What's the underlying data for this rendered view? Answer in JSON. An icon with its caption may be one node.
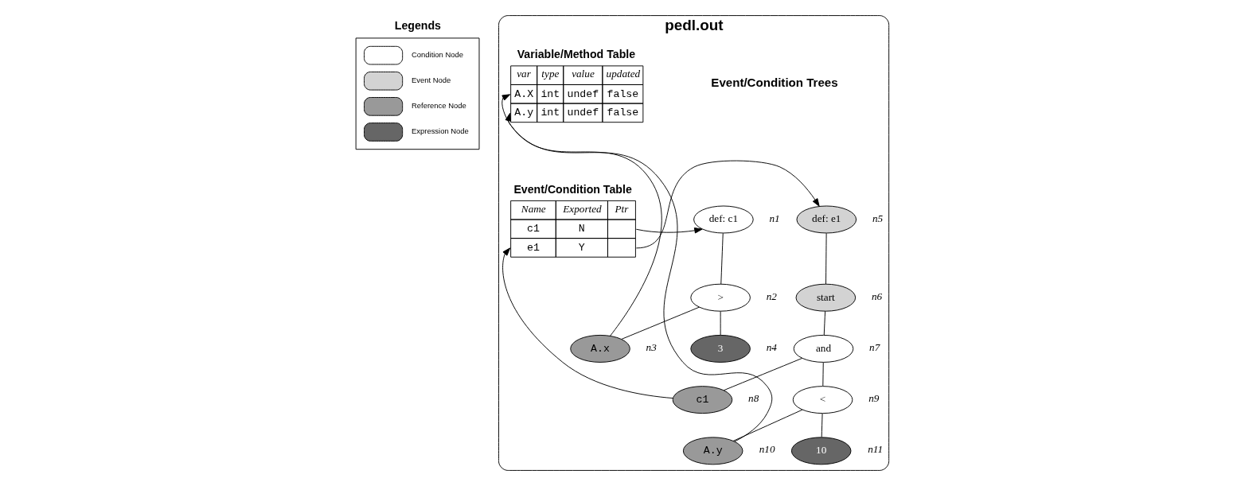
{
  "diagram": {
    "nodes": [
      {
        "text": [
          "pedl.out"
        ]
      },
      {
        "text": [
          "Variable/Method Table",
          "var",
          "type",
          "value",
          "updated",
          "A.X",
          "int",
          "undef",
          "false",
          "A.y",
          "int",
          "undef",
          "false"
        ],
        "in": 0
      },
      {
        "text": [
          "Event/Condition Table",
          "Name",
          "Exported",
          "Ptr",
          "c1",
          "N",
          "e1",
          "Y"
        ],
        "in": 0
      },
      {
        "text": [
          "def: c1"
        ],
        "beside": [
          "n1"
        ],
        "in": 0
      },
      {
        "text": [
          ">"
        ],
        "beside": [
          "n2"
        ],
        "in": 0
      },
      {
        "text": [
          "A.x"
        ],
        "beside": [
          "n3"
        ],
        "in": 0
      },
      {
        "text": [
          "3"
        ],
        "beside": [
          "n4"
        ],
        "in": 0
      },
      {
        "text": [
          "def: e1"
        ],
        "beside": [
          "n5"
        ],
        "in": 0
      },
      {
        "text": [
          "start"
        ],
        "beside": [
          "n6"
        ],
        "in": 0
      },
      {
        "text": [
          "and"
        ],
        "beside": [
          "n7"
        ],
        "in": 0
      },
      {
        "text": [
          "c1"
        ],
        "beside": [
          "n8"
        ],
        "in": 0
      },
      {
        "text": [
          "<"
        ],
        "beside": [
          "n9"
        ],
        "in": 0
      },
      {
        "text": [
          "A.y"
        ],
        "beside": [
          "n10"
        ],
        "in": 0
      },
      {
        "text": [
          "10"
        ],
        "beside": [
          "n11"
        ],
        "in": 0
      }
    ],
    "edges": [
      {
        "from": 3,
        "to": 4,
        "arrow": "none"
      },
      {
        "from": 4,
        "to": 5,
        "arrow": "none"
      },
      {
        "from": 4,
        "to": 6,
        "arrow": "none"
      },
      {
        "from": 7,
        "to": 8,
        "arrow": "none"
      },
      {
        "from": 8,
        "to": 9,
        "arrow": "none"
      },
      {
        "from": 9,
        "to": 10,
        "arrow": "none"
      },
      {
        "from": 9,
        "to": 11,
        "arrow": "none"
      },
      {
        "from": 11,
        "to": 12,
        "arrow": "none"
      },
      {
        "from": 11,
        "to": 13,
        "arrow": "none"
      },
      {
        "from": 2,
        "to": 3,
        "arrow": "to"
      },
      {
        "from": 2,
        "to": 7,
        "arrow": "to"
      },
      {
        "from": 5,
        "to": 1,
        "arrow": "to"
      },
      {
        "from": 12,
        "to": 1,
        "arrow": "to"
      },
      {
        "from": 10,
        "to": 2,
        "arrow": "to"
      }
    ],
    "labels": [
      "Event/Condition Trees",
      "Legends"
    ],
    "legend": [
      {
        "text": "Condition Node",
        "color": "#ffffff"
      },
      {
        "text": "Event Node",
        "color": "#d3d3d3"
      },
      {
        "text": "Reference Node",
        "color": "#999999"
      },
      {
        "text": "Expression Node",
        "color": "#666666"
      }
    ]
  }
}
